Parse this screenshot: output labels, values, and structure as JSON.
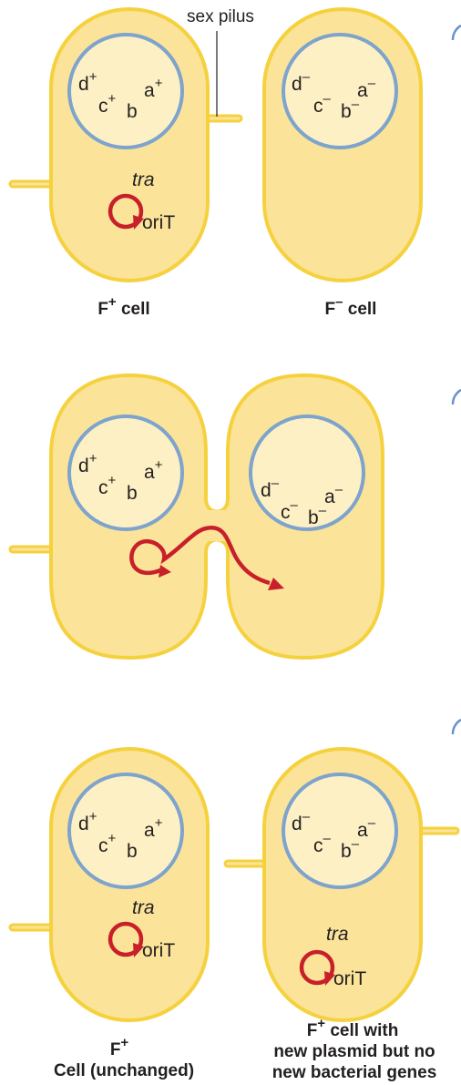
{
  "pilus_label": "sex pilus",
  "genes_plus": {
    "d": "d",
    "c": "c",
    "a": "a",
    "b": "b",
    "sign": "+"
  },
  "genes_minus": {
    "d": "d",
    "c": "c",
    "a": "a",
    "b": "b",
    "sign": "–"
  },
  "plasmid": {
    "tra": "tra",
    "ori": "oriT"
  },
  "panel1": {
    "left_label": "F",
    "left_sup": "+",
    "left_suffix": " cell",
    "right_label": "F",
    "right_sup": "–",
    "right_suffix": " cell"
  },
  "panel3": {
    "left_label_line1": "F",
    "left_label_sup": "+",
    "left_label_line2": "Cell (unchanged)",
    "right_label_line1_a": "F",
    "right_label_line1_sup": "+",
    "right_label_line1_b": " cell with",
    "right_label_line2": "new plasmid but no",
    "right_label_line3": "new bacterial genes"
  },
  "colors": {
    "cell_fill": "#fbe49a",
    "cell_stroke": "#f5d13e",
    "nucleoid": "#7ea3cc",
    "plasmid": "#c8202a"
  }
}
